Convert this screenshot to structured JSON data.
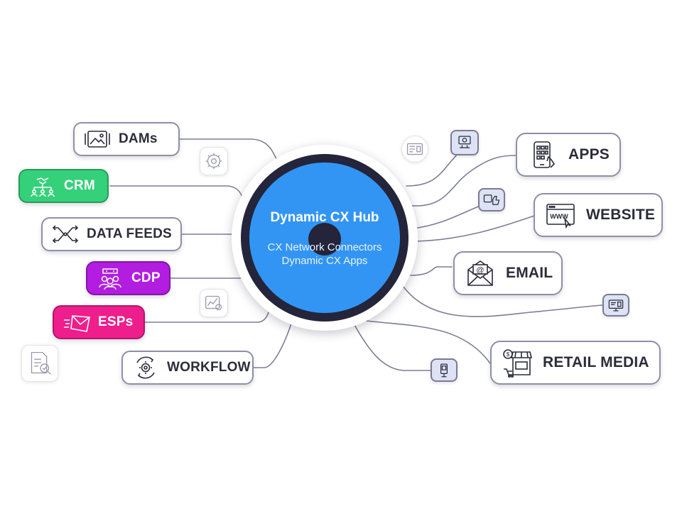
{
  "hub": {
    "title": "Dynamic CX Hub",
    "line1": "CX Network Connectors",
    "line2": "Dynamic CX Apps"
  },
  "nodes": {
    "dams": "DAMs",
    "crm": "CRM",
    "data_feeds": "DATA FEEDS",
    "cdp": "CDP",
    "esps": "ESPs",
    "workflow": "WORKFLOW",
    "apps": "APPS",
    "website": "WEBSITE",
    "email": "EMAIL",
    "retail_media": "RETAIL MEDIA"
  },
  "icons": {
    "dams": "image-gallery-icon",
    "crm": "handshake-team-icon",
    "data_feeds": "merge-arrows-icon",
    "cdp": "customer-group-icon",
    "esps": "email-send-icon",
    "workflow": "workflow-gear-icon",
    "apps": "mobile-apps-icon",
    "website": "browser-www-icon",
    "email": "envelope-at-icon",
    "retail_media": "storefront-icon",
    "website_icon_text": "WWW"
  },
  "colors": {
    "crm": "#35d07a",
    "cdp": "#b21de0",
    "esps": "#ee1e8c",
    "hub_core": "#3295f3",
    "hub_ring": "#24243a",
    "connector": "#7d7d96"
  }
}
